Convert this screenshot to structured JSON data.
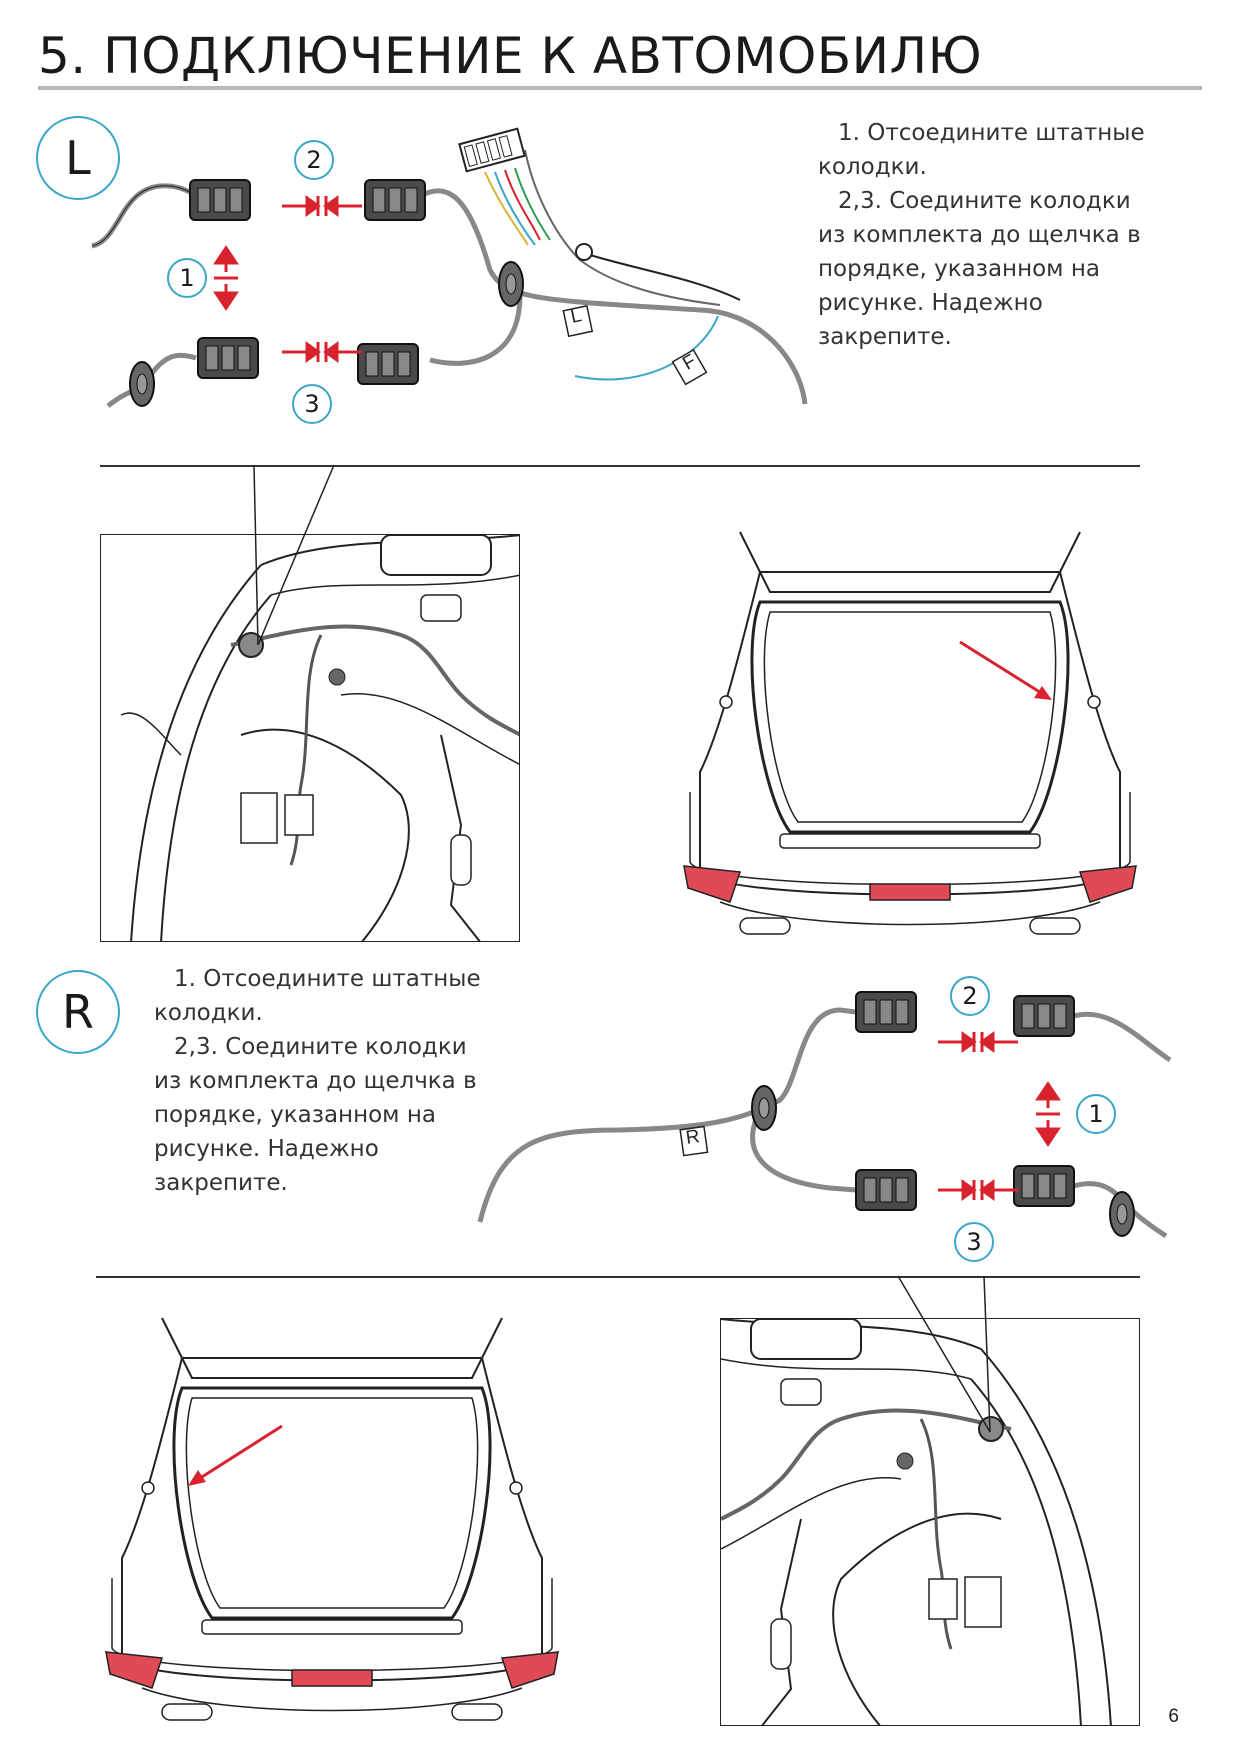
{
  "header": {
    "title": "5. ПОДКЛЮЧЕНИЕ К АВТОМОБИЛЮ"
  },
  "left_side": {
    "badge": "L",
    "instructions": [
      "1. Отсоедините штатные",
      "колодки.",
      "2,3. Соедините колодки",
      "из комплекта до щелчка в",
      "порядке, указанном на",
      "рисунке. Надежно",
      "закрепите."
    ],
    "steps": [
      "1",
      "2",
      "3"
    ],
    "wire_tags": [
      "L",
      "F"
    ]
  },
  "right_side": {
    "badge": "R",
    "instructions": [
      "1. Отсоедините штатные",
      "колодки.",
      "2,3. Соедините колодки",
      "из комплекта до щелчка в",
      "порядке, указанном на",
      "рисунке. Надежно",
      "закрепите."
    ],
    "steps": [
      "1",
      "2",
      "3"
    ],
    "wire_tags": [
      "R"
    ]
  },
  "colors": {
    "accent": "#3aa7c9",
    "arrow": "#d8232f",
    "line": "#222222",
    "wire": "#888888"
  },
  "footer": {
    "page_number": "6"
  }
}
